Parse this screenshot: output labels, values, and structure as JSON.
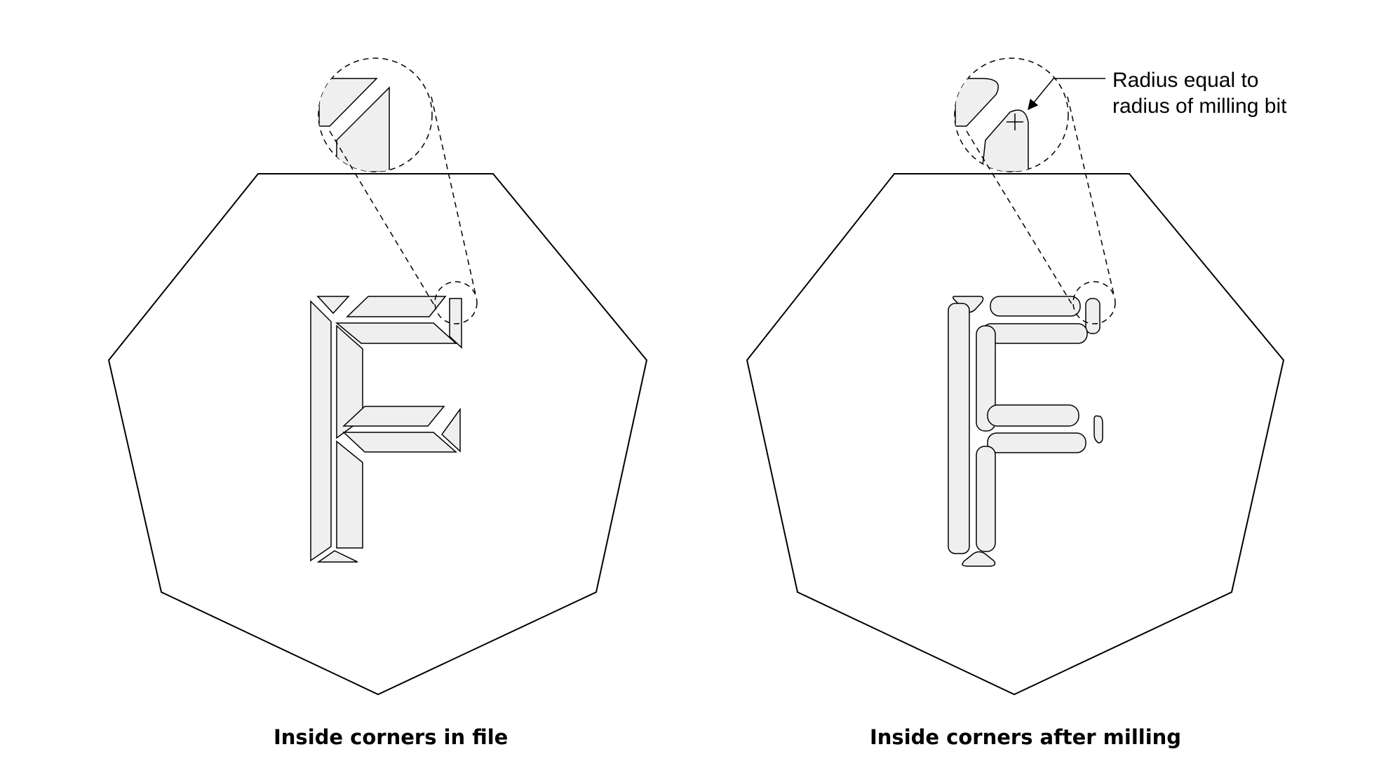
{
  "diagram": {
    "left_panel": {
      "caption": "Inside corners in file"
    },
    "right_panel": {
      "caption": "Inside corners after milling"
    },
    "callout": {
      "line1": "Radius equal to",
      "line2": "radius of milling bit"
    },
    "colors": {
      "stroke": "#000000",
      "fill": "#efefef",
      "background": "#ffffff"
    }
  }
}
